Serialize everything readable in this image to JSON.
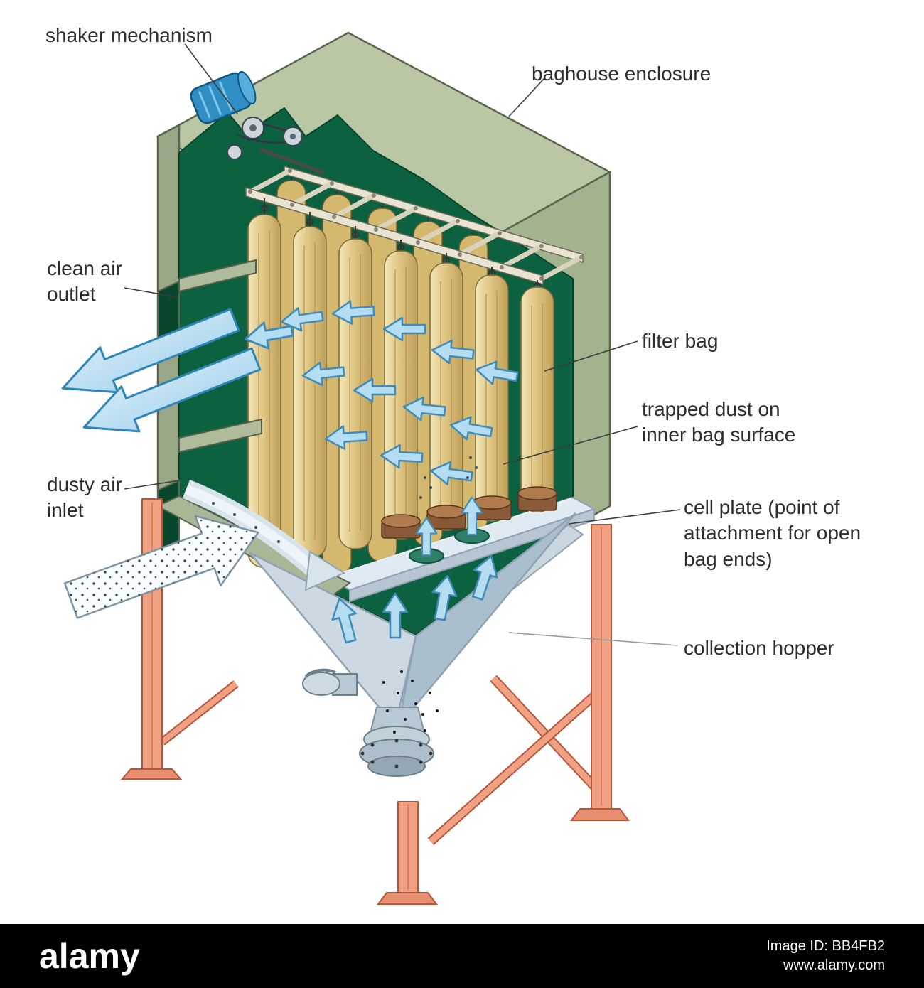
{
  "diagram": {
    "labels": {
      "shaker_mechanism": "shaker mechanism",
      "baghouse_enclosure": "baghouse enclosure",
      "clean_air_outlet": "clean air outlet",
      "filter_bag": "filter bag",
      "trapped_dust": "trapped dust on inner bag surface",
      "dusty_air_inlet": "dusty air inlet",
      "cell_plate": "cell plate (point of attachment for open bag ends)",
      "collection_hopper": "collection hopper"
    },
    "colors": {
      "enclosure_outer": "#b9c7a4",
      "enclosure_interior": "#0c6240",
      "filter_bag": "#e0c684",
      "airflow_arrow": "#b5ddf1",
      "support_legs": "#f0a183",
      "hopper": "#ccd9e2"
    }
  },
  "footer": {
    "brand": "alamy",
    "image_id": "Image ID: BB4FB2",
    "website": "www.alamy.com"
  }
}
